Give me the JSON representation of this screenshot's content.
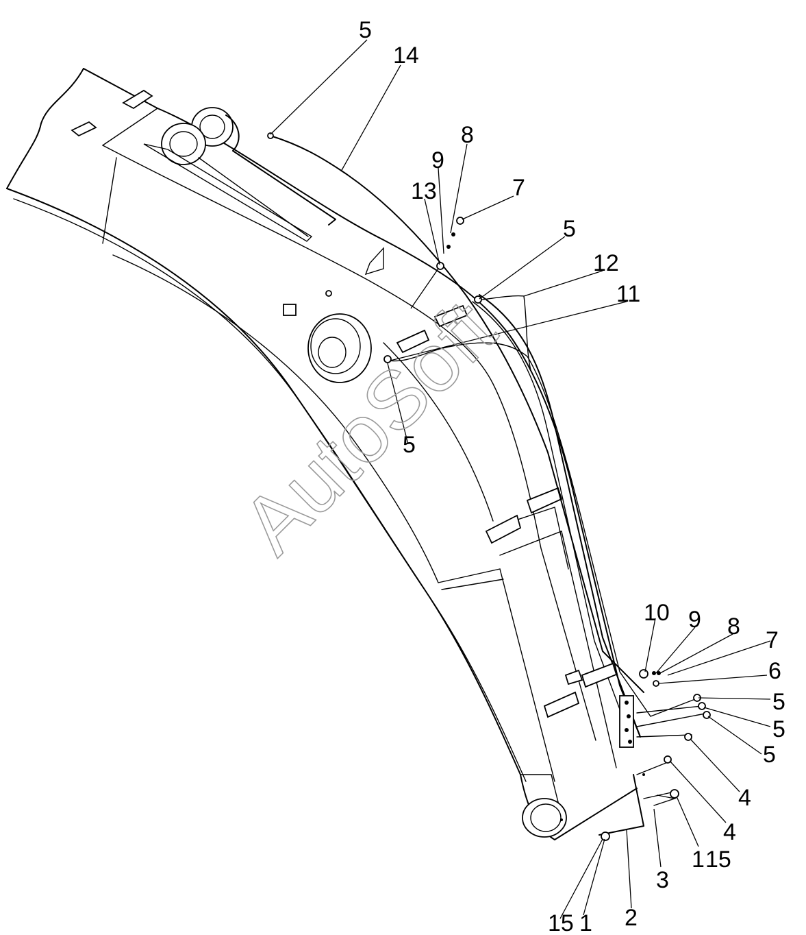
{
  "watermark": "AutoSoft",
  "callouts": [
    {
      "label": "5"
    },
    {
      "label": "14"
    },
    {
      "label": "9"
    },
    {
      "label": "8"
    },
    {
      "label": "13"
    },
    {
      "label": "7"
    },
    {
      "label": "5"
    },
    {
      "label": "12"
    },
    {
      "label": "11"
    },
    {
      "label": "5"
    },
    {
      "label": "10"
    },
    {
      "label": "9"
    },
    {
      "label": "8"
    },
    {
      "label": "7"
    },
    {
      "label": "6"
    },
    {
      "label": "5"
    },
    {
      "label": "5"
    },
    {
      "label": "5"
    },
    {
      "label": "4"
    },
    {
      "label": "4"
    },
    {
      "label": "1"
    },
    {
      "label": "15"
    },
    {
      "label": "3"
    },
    {
      "label": "2"
    },
    {
      "label": "1"
    },
    {
      "label": "15"
    }
  ]
}
